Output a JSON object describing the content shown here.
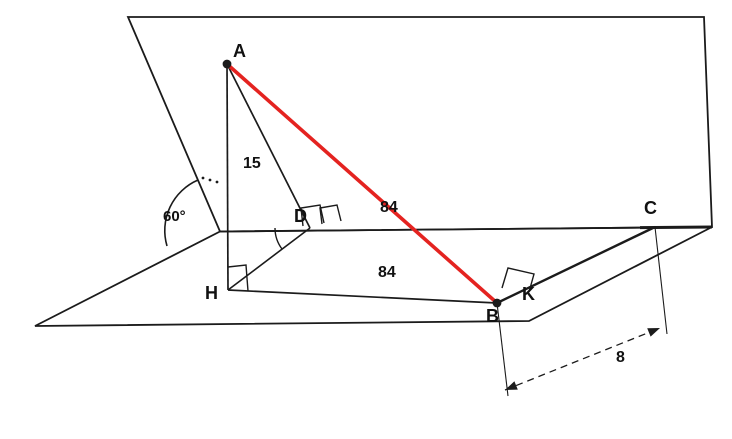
{
  "figure": {
    "points": {
      "A": "A",
      "B": "B",
      "C": "C",
      "D": "D",
      "H": "H",
      "K": "K"
    },
    "measurements": {
      "AD": "15",
      "DC": "84",
      "HB": "84",
      "offset": "8",
      "dihedral_angle": "60°"
    },
    "colors": {
      "stroke": "#1b1b1b",
      "accent": "#e42320",
      "background": "#ffffff"
    }
  }
}
